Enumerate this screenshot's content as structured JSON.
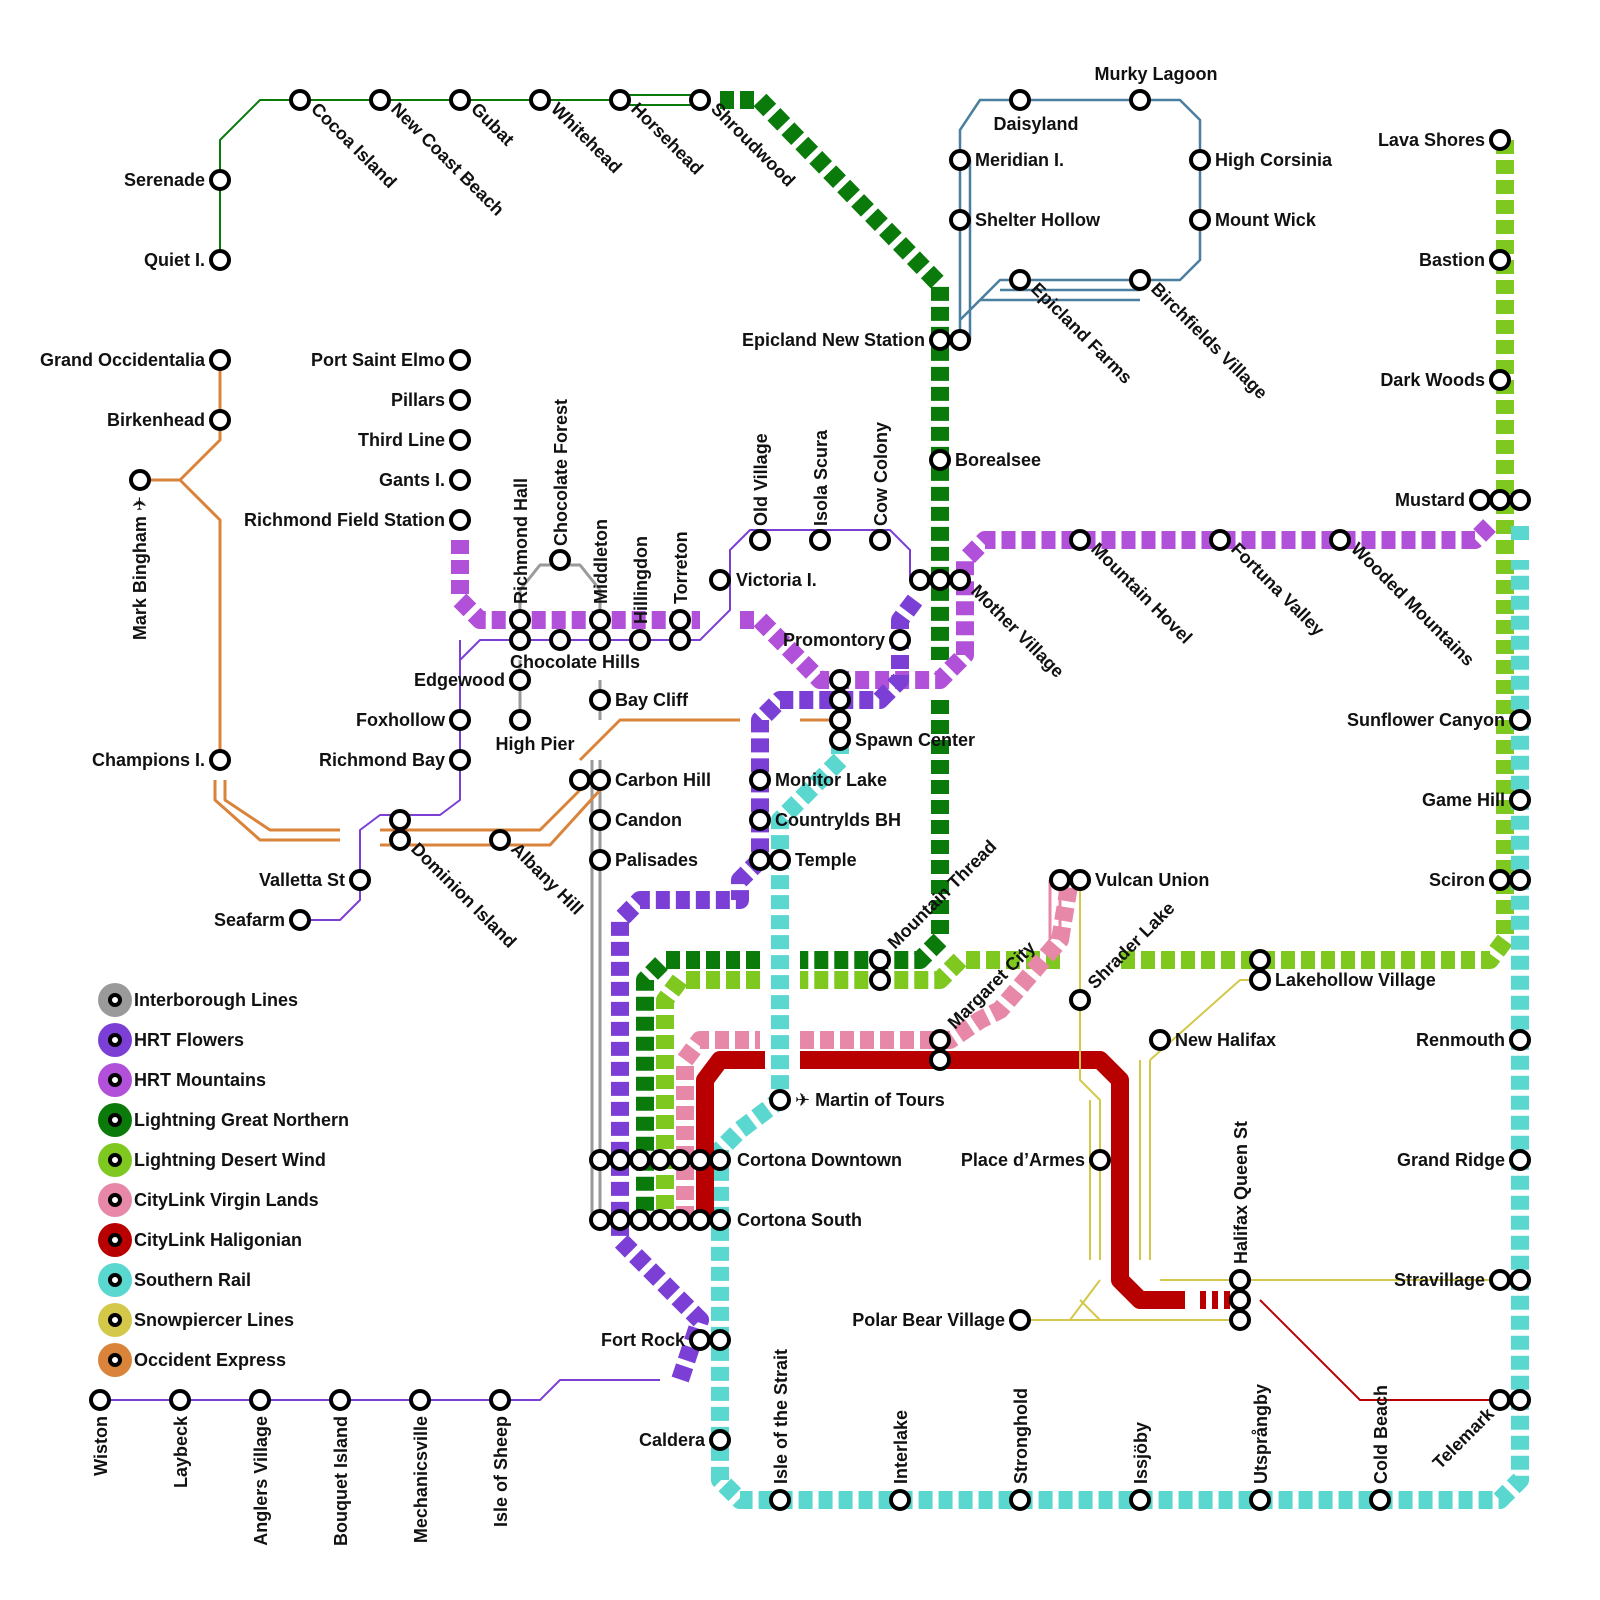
{
  "map": {
    "lines": [
      {
        "id": "interborough",
        "name": "Interborough Lines",
        "color": "#9a9a9a"
      },
      {
        "id": "hrt_flowers",
        "name": "HRT Flowers",
        "color": "#7b3fd6"
      },
      {
        "id": "hrt_mountains",
        "name": "HRT Mountains",
        "color": "#b150d8"
      },
      {
        "id": "lightning_gn",
        "name": "Lightning Great Northern",
        "color": "#0a7a0a"
      },
      {
        "id": "lightning_dw",
        "name": "Lightning Desert Wind",
        "color": "#7ec820"
      },
      {
        "id": "citylink_vl",
        "name": "CityLink Virgin Lands",
        "color": "#e888a8"
      },
      {
        "id": "citylink_hal",
        "name": "CityLink Haligonian",
        "color": "#b80000"
      },
      {
        "id": "southern_rail",
        "name": "Southern Rail",
        "color": "#5ad8d0"
      },
      {
        "id": "snowpiercer",
        "name": "Snowpiercer Lines",
        "color": "#d4c84a"
      },
      {
        "id": "occident",
        "name": "Occident Express",
        "color": "#d9843a"
      }
    ],
    "stations": [
      "Cocoa Island",
      "New Coast Beach",
      "Gubat",
      "Whitehead",
      "Horsehead",
      "Shroudwood",
      "Serenade",
      "Quiet I.",
      "Daisyland",
      "Murky Lagoon",
      "Meridian I.",
      "High Corsinia",
      "Shelter Hollow",
      "Mount Wick",
      "Epicland Farms",
      "Birchfields Village",
      "Epicland New Station",
      "Borealsee",
      "Lava Shores",
      "Bastion",
      "Dark Woods",
      "Mustard",
      "Grand Occidentalia",
      "Birkenhead",
      "Mark Bingham ✈",
      "Champions I.",
      "Port Saint Elmo",
      "Pillars",
      "Third Line",
      "Gants I.",
      "Richmond Field Station",
      "Richmond Hall",
      "Chocolate Forest",
      "Middleton",
      "Hillingdon",
      "Torreton",
      "Old Village",
      "Isola Scura",
      "Cow Colony",
      "Victoria I.",
      "Mother Village",
      "Mountain Hovel",
      "Fortuna Valley",
      "Wooded Mountains",
      "Promontory",
      "Chocolate Hills",
      "Edgewood",
      "High Pier",
      "Bay Cliff",
      "Foxhollow",
      "Richmond Bay",
      "Spawn Center",
      "Monitor Lake",
      "Countrylds BH",
      "Carbon Hill",
      "Candon",
      "Palisades",
      "Temple",
      "Valletta St",
      "Dominion Island",
      "Albany Hill",
      "Seafarm",
      "Sunflower Canyon",
      "Game Hill",
      "Sciron",
      "Vulcan Union",
      "Shrader Lake",
      "Mountain Thread",
      "Margaret City",
      "Lakehollow Village",
      "New Halifax",
      "Renmouth",
      "✈ Martin of Tours",
      "Place d’Armes",
      "Grand Ridge",
      "Cortona Downtown",
      "Cortona South",
      "Halifax Queen St",
      "Stravillage",
      "Polar Bear Village",
      "Fort Rock",
      "Caldera",
      "Wiston",
      "Laybeck",
      "Anglers Village",
      "Bouquet Island",
      "Mechanicsville",
      "Isle of Sheep",
      "Isle of the Strait",
      "Interlake",
      "Stronghold",
      "Issjöby",
      "Utsprångby",
      "Cold Beach",
      "Telemark"
    ]
  }
}
